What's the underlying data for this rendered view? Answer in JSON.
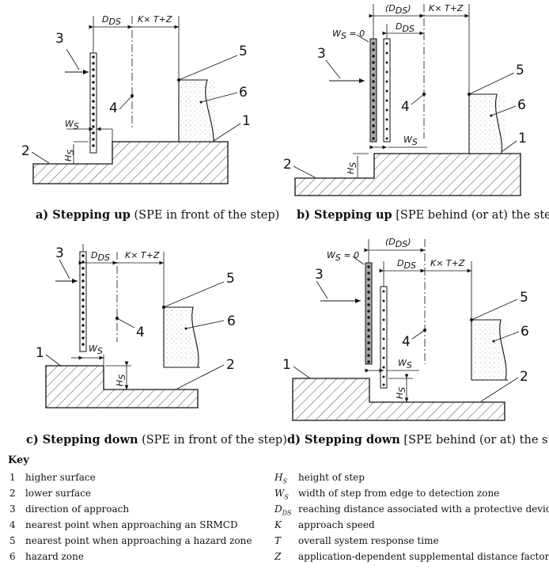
{
  "labels": {
    "n1": "1",
    "n2": "2",
    "n3": "3",
    "n4": "4",
    "n5": "5",
    "n6": "6"
  },
  "dims": {
    "dds": "D",
    "dds_sub": "DS",
    "ktz": "K× T+Z",
    "ws": "W",
    "ws_sub": "S",
    "ws0": "W",
    "ws0_tail": " = 0",
    "hs": "H",
    "hs_sub": "S",
    "paren_open": "(D",
    "paren_close": ")"
  },
  "captions": {
    "a": {
      "bold": "a) Stepping up",
      "rest": " (SPE in front of the step)"
    },
    "b": {
      "bold": "b) Stepping up",
      "rest": " [SPE behind (or at) the step]"
    },
    "c": {
      "bold": "c) Stepping down",
      "rest": " (SPE in front of the step)"
    },
    "d": {
      "bold": "d) Stepping down",
      "rest": " [SPE behind (or at) the step]"
    }
  },
  "key": {
    "title": "Key",
    "left": [
      {
        "num": "1",
        "text": "higher surface"
      },
      {
        "num": "2",
        "text": "lower surface"
      },
      {
        "num": "3",
        "text": "direction of approach"
      },
      {
        "num": "4",
        "text": "nearest point when approaching an SRMCD"
      },
      {
        "num": "5",
        "text": "nearest point when approaching a hazard zone"
      },
      {
        "num": "6",
        "text": "hazard zone"
      }
    ],
    "right": [
      {
        "sym": "H",
        "sub": "S",
        "text": "height of step"
      },
      {
        "sym": "W",
        "sub": "S",
        "text": "width of step from edge to detection zone"
      },
      {
        "sym": "D",
        "sub": "DS",
        "text": "reaching distance associated with a protective device"
      },
      {
        "sym": "K",
        "sub": "",
        "text": "approach speed"
      },
      {
        "sym": "T",
        "sub": "",
        "text": "overall system response time"
      },
      {
        "sym": "Z",
        "sub": "",
        "text": "application-dependent supplemental distance factor"
      }
    ]
  }
}
